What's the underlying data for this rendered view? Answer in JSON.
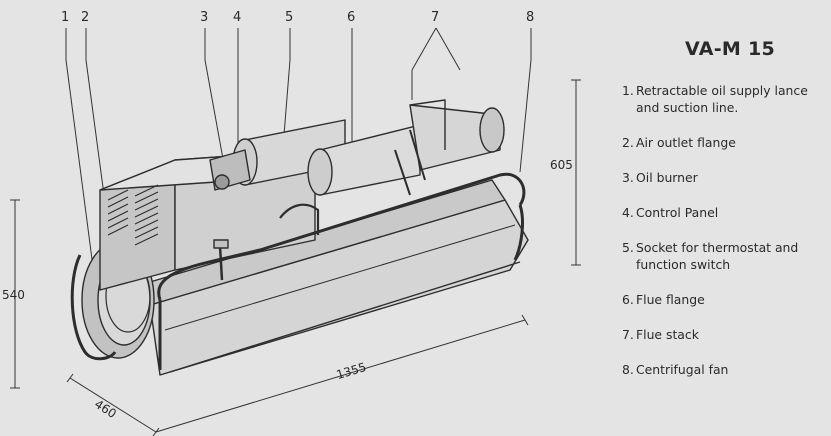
{
  "title": "VA-M 15",
  "callout_numbers": [
    "1",
    "2",
    "3",
    "4",
    "5",
    "6",
    "7",
    "8"
  ],
  "dimensions": {
    "height": "540",
    "depth": "460",
    "length": "1355",
    "total_height": "605"
  },
  "legend": [
    {
      "n": "1.",
      "text": "Retractable oil supply lance and suction line."
    },
    {
      "n": "2.",
      "text": "Air outlet flange"
    },
    {
      "n": "3.",
      "text": "Oil burner"
    },
    {
      "n": "4.",
      "text": "Control Panel"
    },
    {
      "n": "5.",
      "text": "Socket for thermostat and function switch"
    },
    {
      "n": "6.",
      "text": "Flue flange"
    },
    {
      "n": "7.",
      "text": "Flue stack"
    },
    {
      "n": "8.",
      "text": "Centrifugal fan"
    }
  ]
}
